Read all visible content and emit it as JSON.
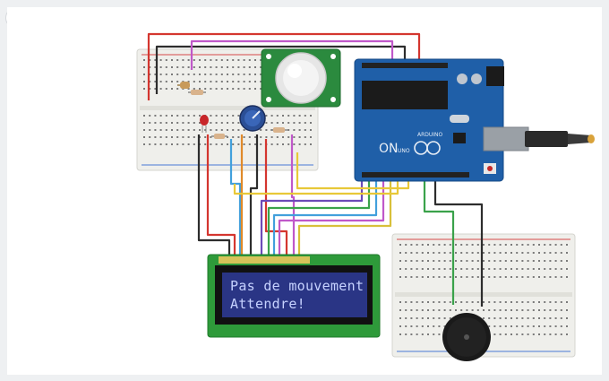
{
  "lcd": {
    "line1": "Pas de mouvement",
    "line2": "Attendre!"
  },
  "arduino": {
    "brand_text": "ON",
    "logo_text": "UNO",
    "maker_text": "ARDUINO"
  },
  "toolbar": {
    "zoom_glyph": "⊙"
  },
  "colors": {
    "canvas": "#eef0f2",
    "breadboard": "#eeeeea",
    "breadboard_rail_red": "#d64a4a",
    "breadboard_rail_blue": "#4a78d6",
    "arduino_board": "#1f5fa8",
    "pir_board": "#2b8a3e",
    "lcd_board": "#2e9a3a",
    "lcd_screen": "#2a3585",
    "buzzer": "#1a1a1a",
    "usb": "#8b8f94"
  }
}
